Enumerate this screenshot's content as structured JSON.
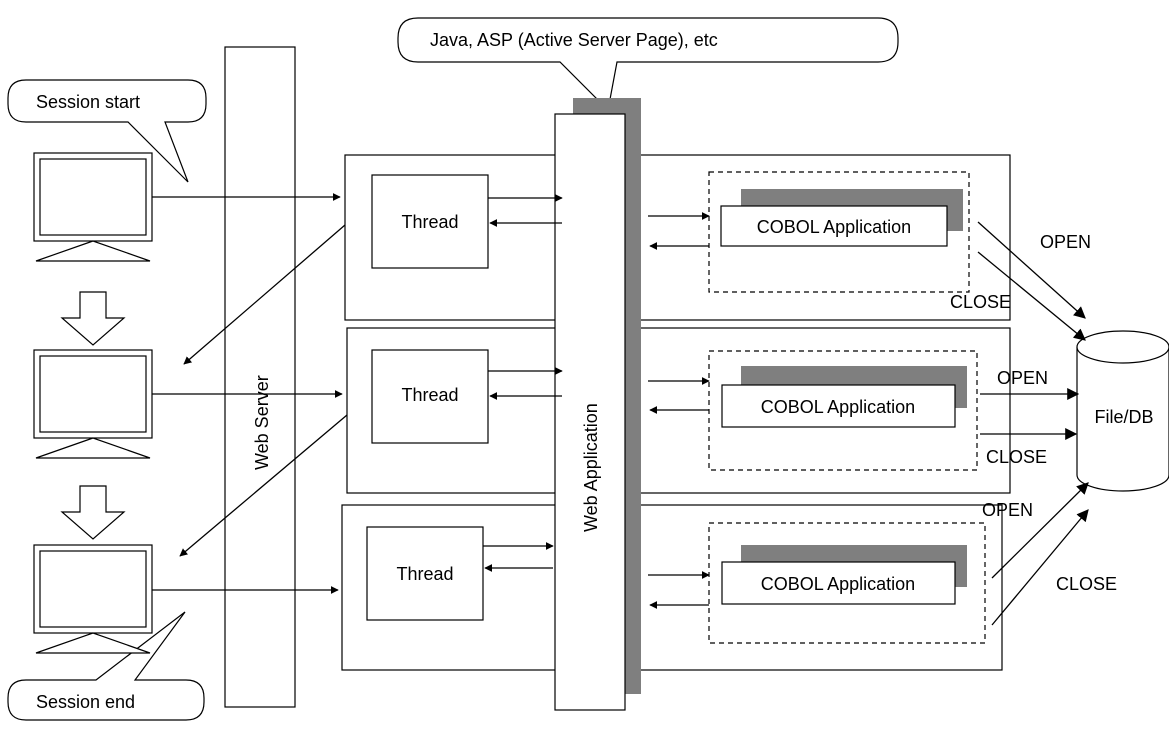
{
  "callouts": {
    "web_app_tech": "Java, ASP (Active Server Page), etc",
    "session_start": "Session start",
    "session_end": "Session end"
  },
  "labels": {
    "web_server": "Web Server",
    "web_application": "Web Application",
    "file_db": "File/DB"
  },
  "rows": [
    {
      "thread": "Thread",
      "cobol": "COBOL Application",
      "open": "OPEN",
      "close": "CLOSE"
    },
    {
      "thread": "Thread",
      "cobol": "COBOL Application",
      "open": "OPEN",
      "close": "CLOSE"
    },
    {
      "thread": "Thread",
      "cobol": "COBOL Application",
      "open": "OPEN",
      "close": "CLOSE"
    }
  ],
  "colors": {
    "shadow": "#7f7f7f",
    "line": "#000000",
    "background": "#ffffff"
  }
}
